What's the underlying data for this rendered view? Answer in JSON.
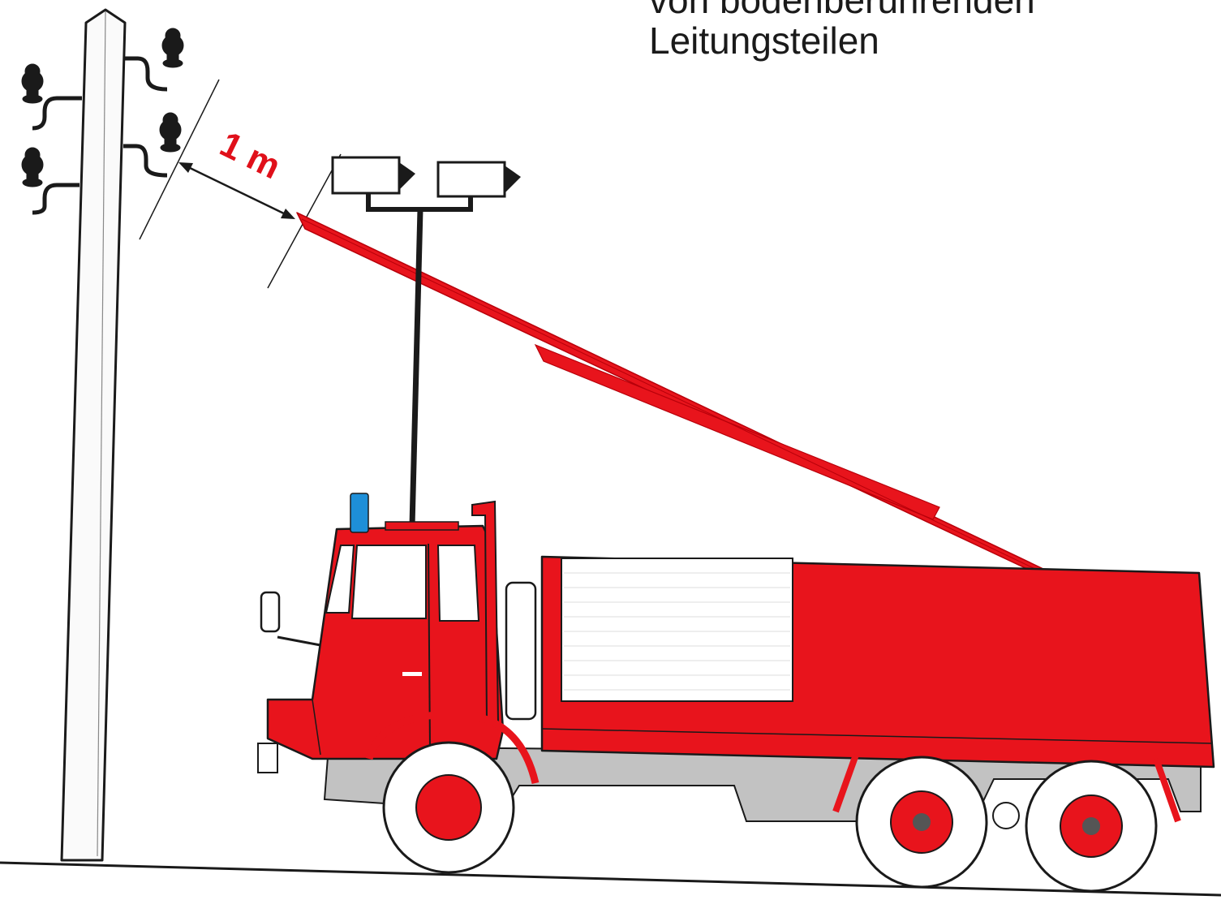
{
  "caption": {
    "line1_partial": "von bodenberührenden",
    "line2": "Leitungsteilen"
  },
  "dimension": {
    "label": "1 m"
  },
  "colors": {
    "fire_red": "#e8141c",
    "dimension_red": "#e0101a",
    "line": "#1a1a1a",
    "pole_fill": "#fafafa",
    "chassis_gray": "#c2c2c2",
    "beacon_blue": "#1e8fd8"
  },
  "icons": {
    "insulator": "insulator-icon",
    "floodlight": "floodlight-icon",
    "blue_light": "blue-light-icon"
  }
}
